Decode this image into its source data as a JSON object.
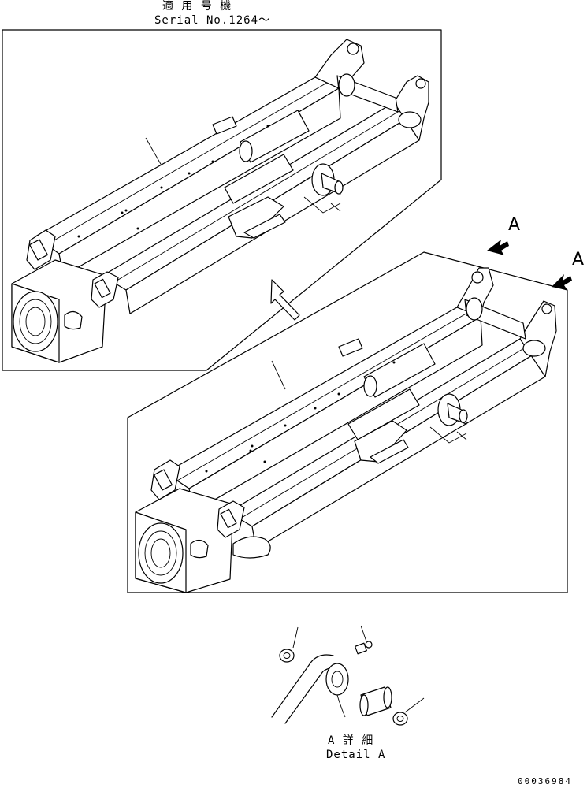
{
  "labels": {
    "applicable_jp": "適 用 号 機",
    "serial": "Serial No.1264～",
    "view_arrow_letter": "A",
    "detail_jp": "A 詳 細",
    "detail_en": "Detail A",
    "drawing_number": "00036984"
  }
}
